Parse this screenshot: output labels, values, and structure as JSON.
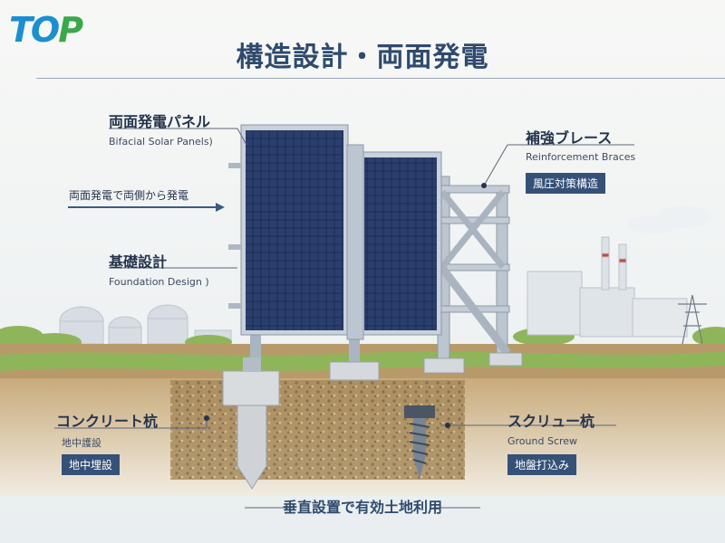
{
  "logo": {
    "part1": "TO",
    "part2": "P"
  },
  "title": "構造設計・両面発電",
  "labels": {
    "bifacial_title": "両面発電パネル",
    "bifacial_sub": "Bifacial Solar Panels)",
    "both_sides": "両面発電で両側から発電",
    "foundation_title": "基礎設計",
    "foundation_sub": "Foundation Design )",
    "brace_title": "補強ブレース",
    "brace_sub": "Reinforcement Braces",
    "brace_tag": "風圧対策構造",
    "concrete_title": "コンクリート杭",
    "concrete_sub": "地中護設",
    "concrete_tag": "地中埋設",
    "screw_title": "スクリュー杭",
    "screw_sub": "Ground Screw",
    "screw_tag": "地盤打込み"
  },
  "bottom_caption": "垂直設置で有効土地利用",
  "colors": {
    "title": "#2f4a6d",
    "tag_bg": "#355178",
    "panel": "#1e2f57",
    "frame": "#b9c3cf",
    "soil": "#b89a6a",
    "grass": "#8fb55a",
    "logo_blue": "#1b8fd0",
    "logo_green": "#3aa84a"
  }
}
